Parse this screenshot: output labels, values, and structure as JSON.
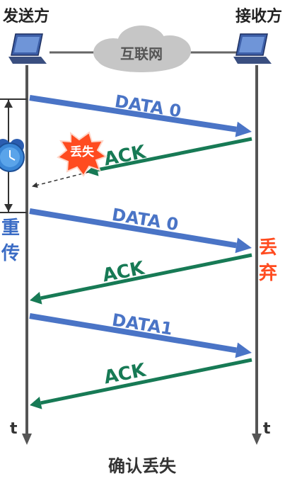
{
  "parties": {
    "sender": "发送方",
    "receiver": "接收方"
  },
  "network": "互联网",
  "messages": [
    {
      "label": "DATA 0",
      "direction": "sender-to-receiver",
      "status": "delivered"
    },
    {
      "label": "ACK",
      "direction": "receiver-to-sender",
      "status": "lost"
    },
    {
      "label": "DATA 0",
      "direction": "sender-to-receiver",
      "status": "delivered-duplicate"
    },
    {
      "label": "ACK",
      "direction": "receiver-to-sender",
      "status": "delivered"
    },
    {
      "label": "DATA1",
      "direction": "sender-to-receiver",
      "status": "delivered"
    },
    {
      "label": "ACK",
      "direction": "receiver-to-sender",
      "status": "delivered"
    }
  ],
  "lost_badge": "丢失",
  "retransmit_label": "重\n传",
  "discard_label": "丢\n弃",
  "time_axis_label": "t",
  "caption": "确认丢失",
  "icons": {
    "sender_device": "laptop-icon",
    "receiver_device": "laptop-icon",
    "network_cloud": "cloud-icon",
    "timer": "alarm-clock-icon",
    "lost_marker": "explosion-icon"
  },
  "colors": {
    "data_arrow": "#4a74c6",
    "ack_arrow": "#177a55",
    "lost_badge_fill": "#ff4b1f",
    "discard_text": "#ff4b1f",
    "retransmit_text": "#3b6cc5",
    "timeline": "#555555",
    "cloud": "#c4c4c4"
  }
}
